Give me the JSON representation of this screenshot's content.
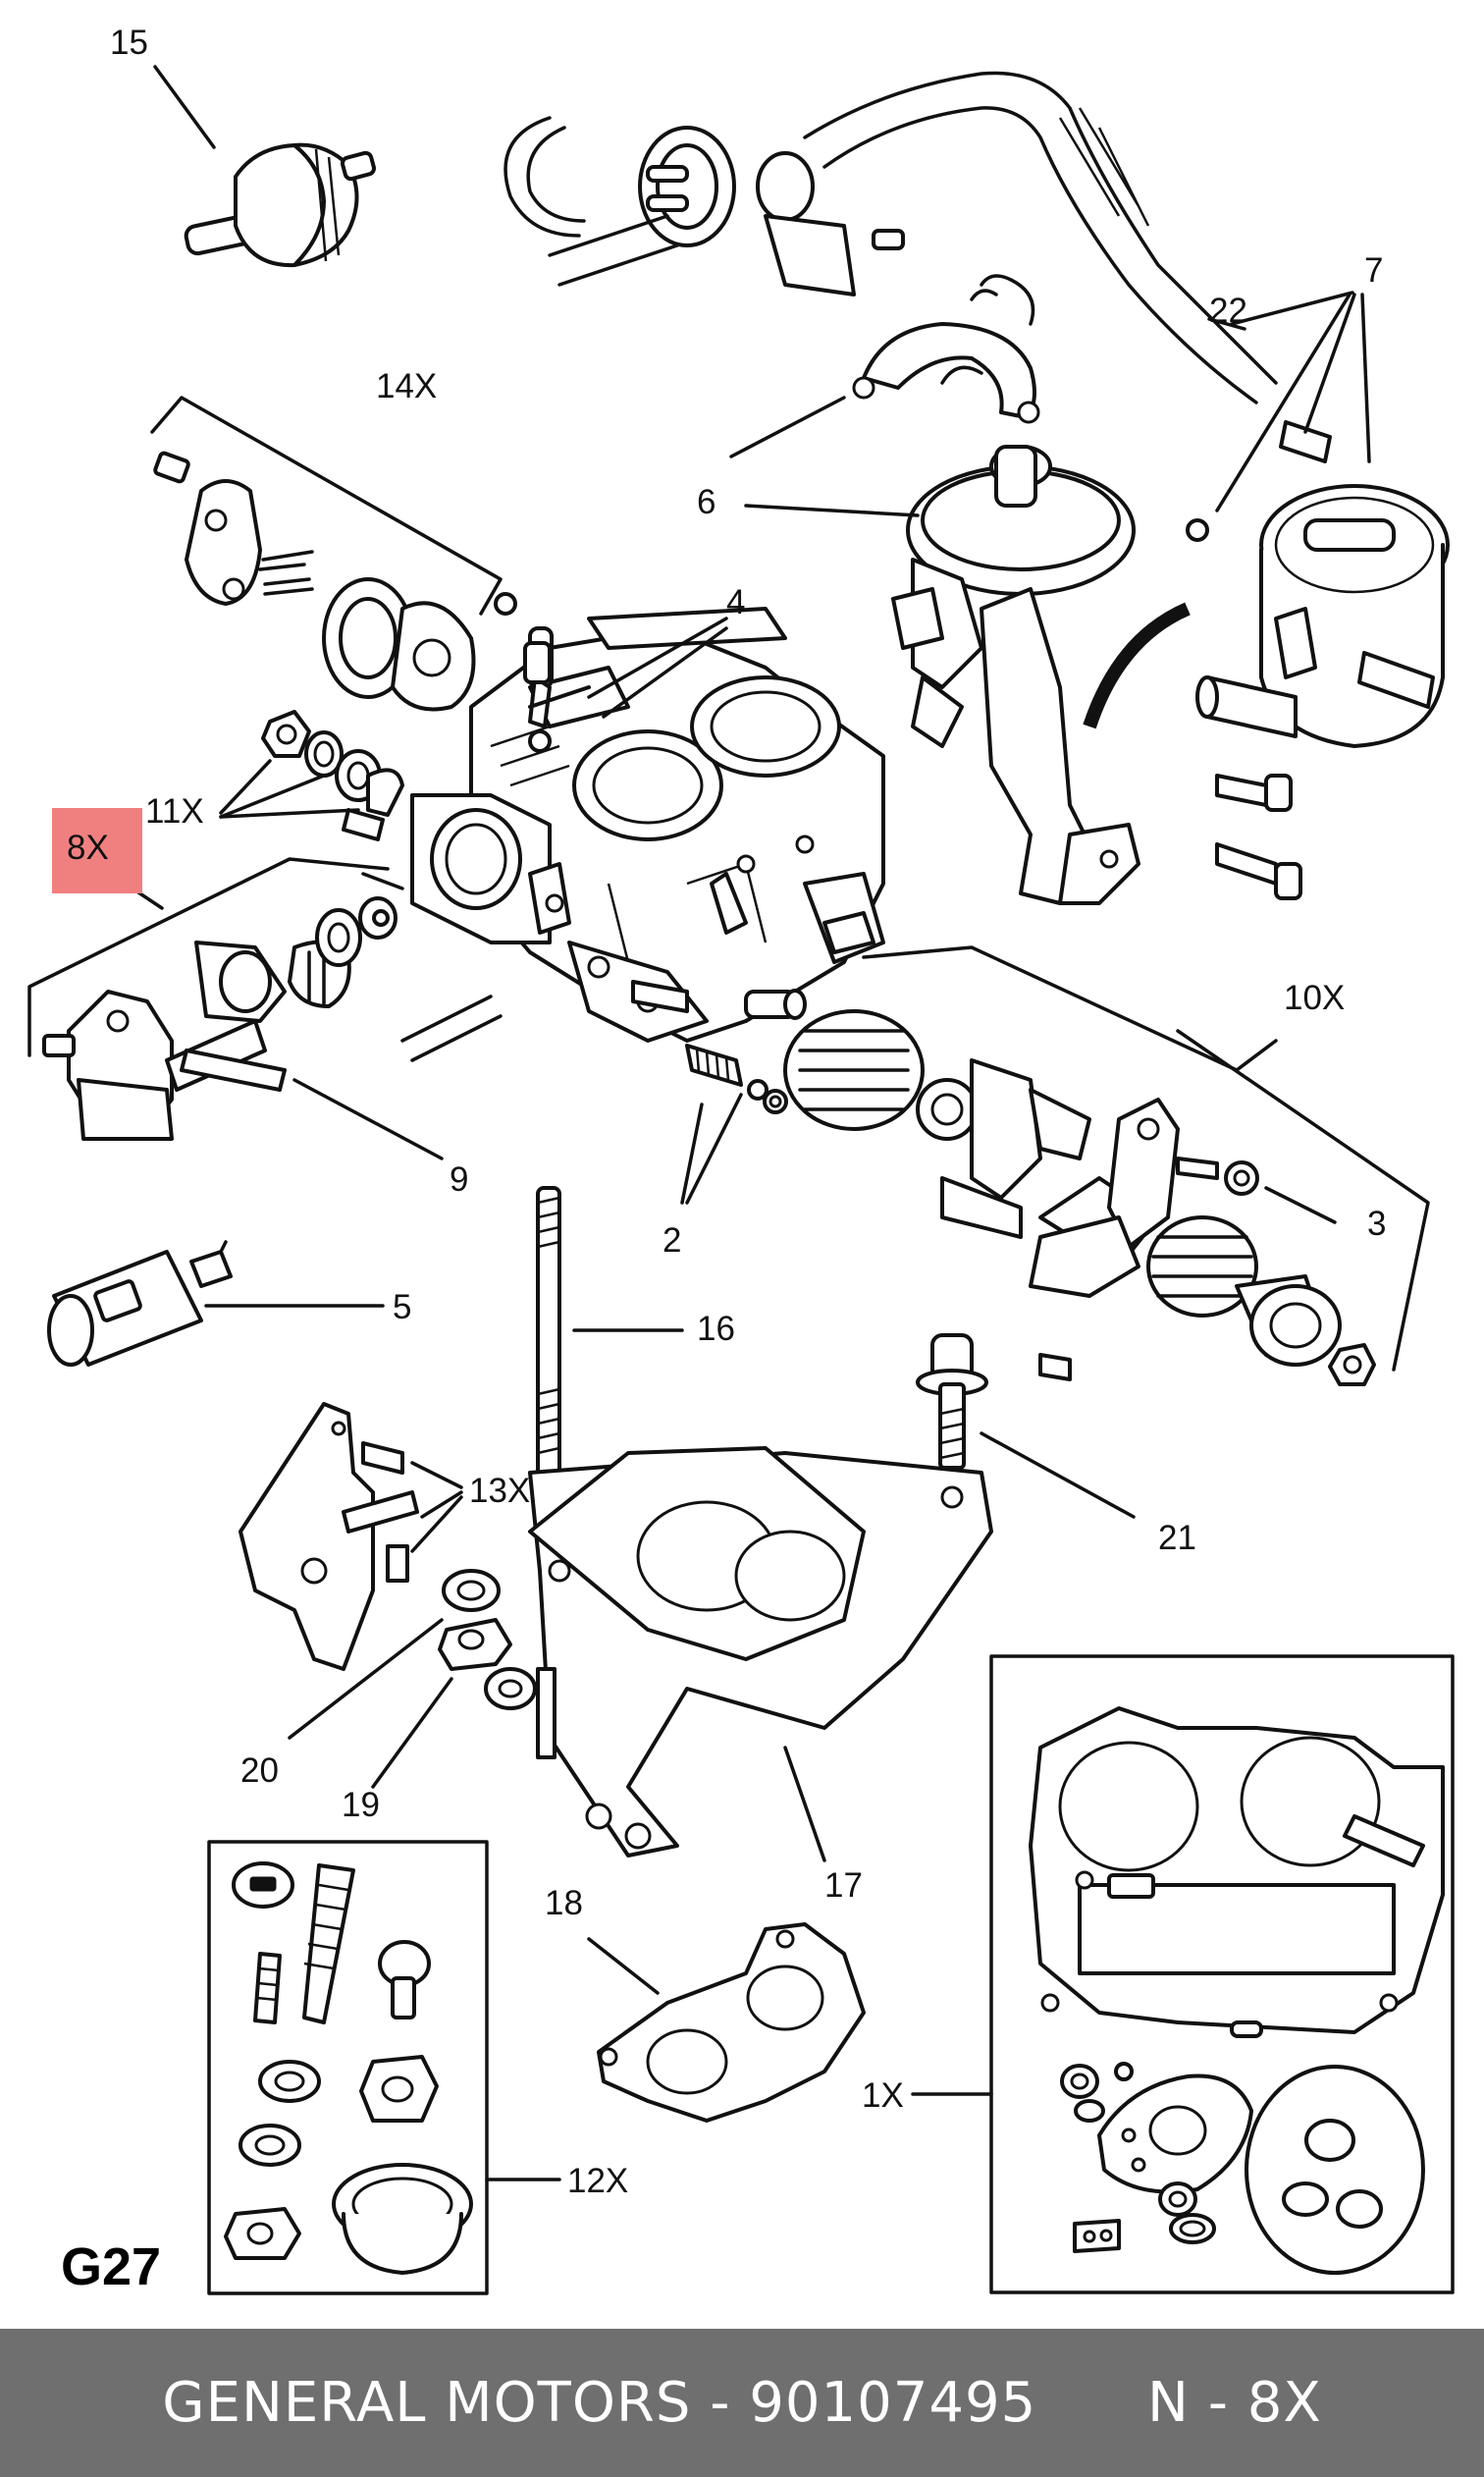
{
  "diagram": {
    "page_code": "G27",
    "highlight_color": "#f08080",
    "callouts": {
      "c1": "1X",
      "c2": "2",
      "c3": "3",
      "c4": "4",
      "c5": "5",
      "c6": "6",
      "c7": "7",
      "c8": "8X",
      "c9": "9",
      "c10": "10X",
      "c11": "11X",
      "c12": "12X",
      "c13": "13X",
      "c14": "14X",
      "c15": "15",
      "c16": "16",
      "c17": "17",
      "c18": "18",
      "c19": "19",
      "c20": "20",
      "c21": "21",
      "c22": "22"
    }
  },
  "footer": {
    "brand": "GENERAL MOTORS",
    "part_number": "90107495",
    "note": "N - 8X",
    "text": "GENERAL MOTORS - 90107495      N - 8X",
    "background": "#6f6f6f",
    "text_color": "#ffffff"
  }
}
